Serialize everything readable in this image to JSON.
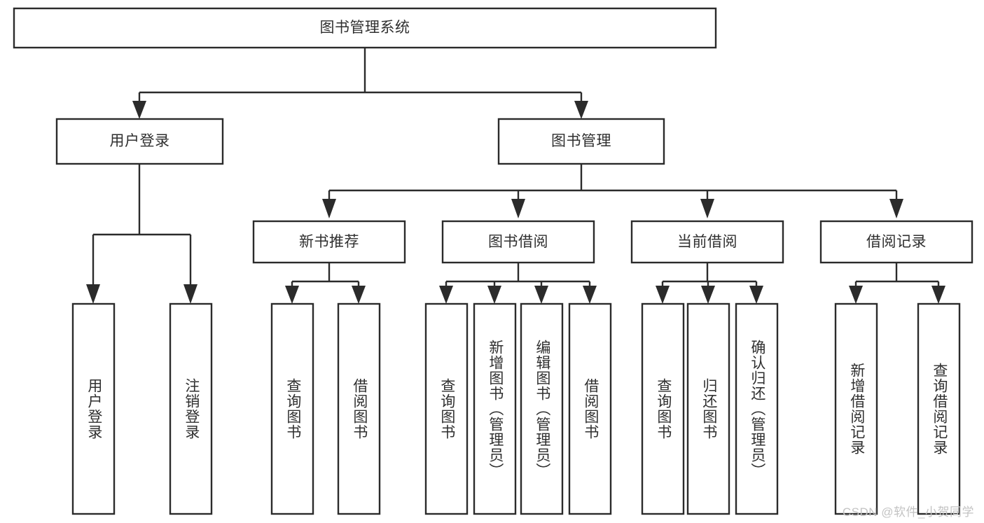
{
  "diagram": {
    "title_node": {
      "label": "图书管理系统"
    },
    "level1": [
      {
        "id": "user-login",
        "label": "用户登录"
      },
      {
        "id": "book-management",
        "label": "图书管理"
      }
    ],
    "level2": [
      {
        "id": "new-book-recommend",
        "label": "新书推荐",
        "parent": "book-management"
      },
      {
        "id": "book-borrow",
        "label": "图书借阅",
        "parent": "book-management"
      },
      {
        "id": "current-borrow",
        "label": "当前借阅",
        "parent": "book-management"
      },
      {
        "id": "borrow-record",
        "label": "借阅记录",
        "parent": "book-management"
      }
    ],
    "leaves": {
      "user_login": [
        {
          "id": "leaf-user-login",
          "label": "用户登录"
        },
        {
          "id": "leaf-logout-login",
          "label": "注销登录"
        }
      ],
      "new_book_recommend": [
        {
          "id": "leaf-query-book-1",
          "label": "查询图书"
        },
        {
          "id": "leaf-borrow-book-1",
          "label": "借阅图书"
        }
      ],
      "book_borrow": [
        {
          "id": "leaf-query-book-2",
          "label": "查询图书"
        },
        {
          "id": "leaf-add-book",
          "label": "新增图书（管理员）"
        },
        {
          "id": "leaf-edit-book",
          "label": "编辑图书（管理员）"
        },
        {
          "id": "leaf-borrow-book-2",
          "label": "借阅图书"
        }
      ],
      "current_borrow": [
        {
          "id": "leaf-query-book-3",
          "label": "查询图书"
        },
        {
          "id": "leaf-return-book",
          "label": "归还图书"
        },
        {
          "id": "leaf-confirm-return",
          "label": "确认归还（管理员）"
        }
      ],
      "borrow_record": [
        {
          "id": "leaf-add-record",
          "label": "新增借阅记录"
        },
        {
          "id": "leaf-query-record",
          "label": "查询借阅记录"
        }
      ]
    }
  },
  "watermark": {
    "text": "CSDN @软件_小贺同学"
  },
  "colors": {
    "stroke": "#2b2b2b",
    "text": "#2f2f2f",
    "background": "#ffffff",
    "watermark": "#c3c3c3"
  }
}
